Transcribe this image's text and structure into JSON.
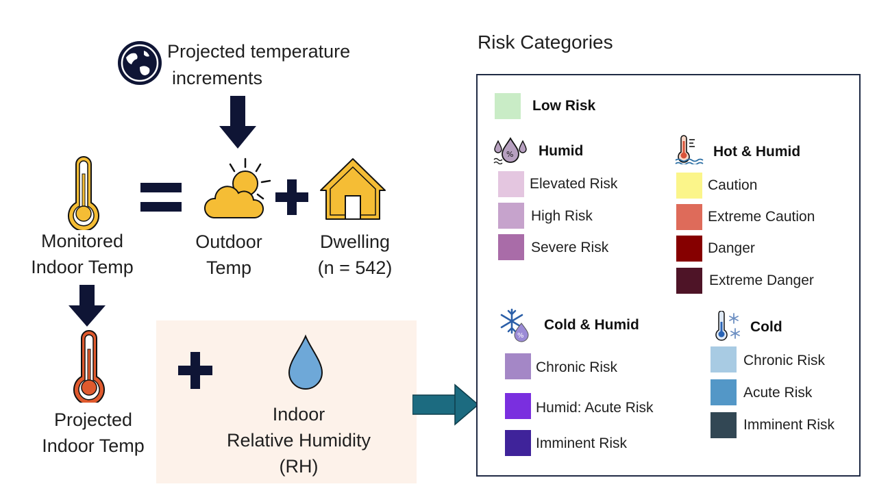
{
  "diagram": {
    "projected_increments_label": "Projected temperature increments",
    "projected_increments_line1": "Projected temperature",
    "projected_increments_line2": "increments",
    "monitored_indoor": [
      "Monitored",
      "Indoor Temp"
    ],
    "outdoor": [
      "Outdoor",
      "Temp"
    ],
    "dwelling": [
      "Dwelling",
      "(n = 542)"
    ],
    "projected_indoor": [
      "Projected",
      "Indoor Temp"
    ],
    "indoor_rh": [
      "Indoor",
      "Relative Humidity",
      "(RH)"
    ]
  },
  "legend": {
    "title": "Risk Categories",
    "low": {
      "label": "Low Risk",
      "color": "#c9ecc6"
    },
    "humid": {
      "title": "Humid",
      "items": [
        {
          "label": "Elevated Risk",
          "color": "#e4c6e0"
        },
        {
          "label": "High Risk",
          "color": "#c6a3cc"
        },
        {
          "label": "Severe Risk",
          "color": "#a96ca8"
        }
      ]
    },
    "hot_humid": {
      "title": "Hot & Humid",
      "items": [
        {
          "label": "Caution",
          "color": "#fbf58a"
        },
        {
          "label": "Extreme Caution",
          "color": "#de6b5a"
        },
        {
          "label": "Danger",
          "color": "#860000"
        },
        {
          "label": "Extreme Danger",
          "color": "#4e1427"
        }
      ]
    },
    "cold_humid": {
      "title": "Cold & Humid",
      "items": [
        {
          "label": "Chronic Risk",
          "color": "#a487c6"
        },
        {
          "label": "Humid: Acute Risk",
          "color": "#7a2fdf"
        },
        {
          "label": "Imminent Risk",
          "color": "#3f239a"
        }
      ]
    },
    "cold": {
      "title": "Cold",
      "items": [
        {
          "label": "Chronic Risk",
          "color": "#a8cbe3"
        },
        {
          "label": "Acute Risk",
          "color": "#5397c7"
        },
        {
          "label": "Imminent Risk",
          "color": "#324754"
        }
      ]
    }
  },
  "colors": {
    "navy": "#0f1535",
    "gold": "#f5bd35",
    "orange_red": "#e05a2e",
    "drop_blue": "#6ea8d8",
    "teal_arrow": "#1c6b80"
  }
}
